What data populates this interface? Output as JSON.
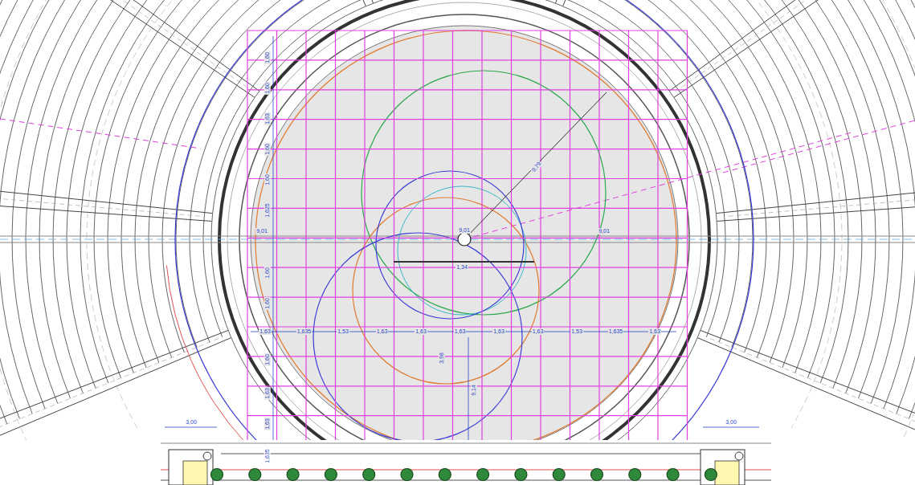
{
  "diagram": {
    "labels": [
      "1,60",
      "1,60",
      "1,63",
      "1,60",
      "1,60",
      "1,625",
      "1,60",
      "1,60",
      "1,60",
      "1,63",
      "1,63",
      "1,635",
      "1,63",
      "1,635",
      "1,53",
      "1,63",
      "1,63",
      "1,63",
      "1,63",
      "1,63",
      "1,53",
      "1,635",
      "1,63",
      "9,01",
      "9,01",
      "9,01",
      "9,79",
      "1,34",
      "3,98",
      "9,14",
      "3,00",
      "3,00"
    ]
  }
}
